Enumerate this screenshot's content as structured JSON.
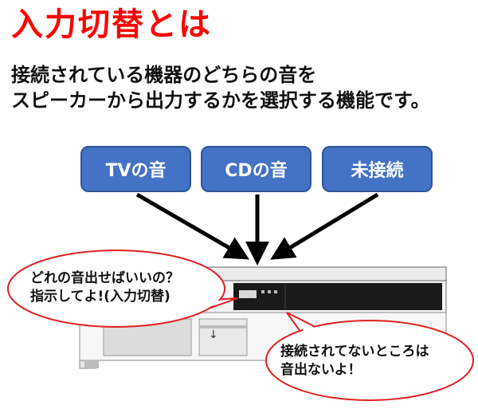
{
  "title": "入力切替とは",
  "description": {
    "line1": "接続されている機器のどちらの音を",
    "line2": "スピーカーから出力するかを選択する機能です。"
  },
  "sources": [
    {
      "label": "TVの音"
    },
    {
      "label": "CDの音"
    },
    {
      "label": "未接続"
    }
  ],
  "bubbles": {
    "question": {
      "line1": "どれの音出せばいいの？",
      "line2": "指示してよ!(入力切替)"
    },
    "answer": {
      "line1": "接続されてないところは",
      "line2": "音出ないよ！"
    }
  },
  "colors": {
    "title": "#ff0000",
    "source_box": "#4472c4",
    "bubble_border": "#e02020",
    "arrow": "#000000"
  },
  "icons": {
    "arrow_glyph": "↓"
  }
}
